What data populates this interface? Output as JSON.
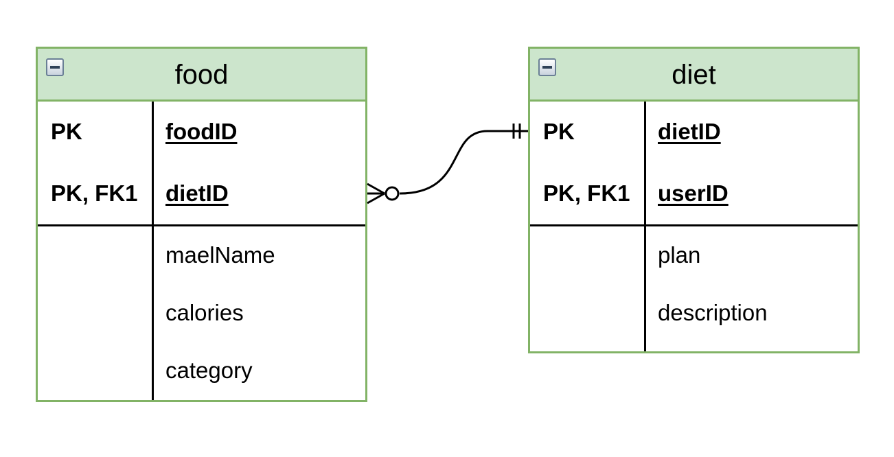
{
  "entities": {
    "food": {
      "title": "food",
      "keys": [
        {
          "key": "PK",
          "field": "foodID"
        },
        {
          "key": "PK, FK1",
          "field": "dietID"
        }
      ],
      "attributes": [
        "maelName",
        "calories",
        "category"
      ]
    },
    "diet": {
      "title": "diet",
      "keys": [
        {
          "key": "PK",
          "field": "dietID"
        },
        {
          "key": "PK, FK1",
          "field": "userID"
        }
      ],
      "attributes": [
        "plan",
        "description"
      ]
    }
  },
  "relationship": {
    "from": "food",
    "to": "diet",
    "from_cardinality": "zero-or-many",
    "to_cardinality": "exactly-one"
  },
  "colors": {
    "entity_border": "#82b366",
    "header_fill": "#cce5cc",
    "text": "#000000"
  },
  "icons": {
    "collapse": "collapse-minus-icon"
  }
}
